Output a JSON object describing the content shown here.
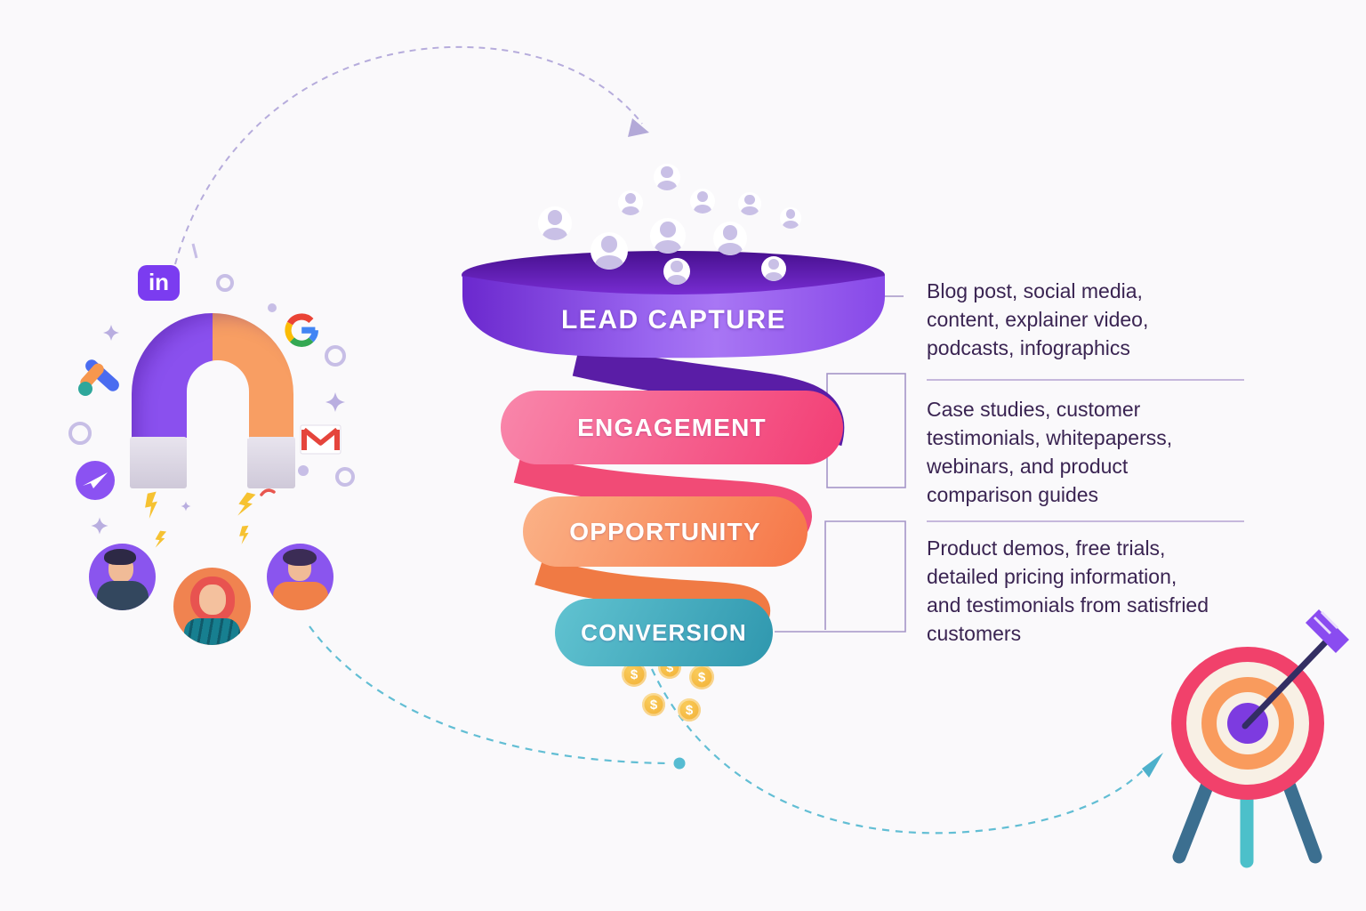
{
  "diagram_title": "Lead generation funnel infographic",
  "funnel": {
    "stages": [
      {
        "id": "lead-capture",
        "label": "LEAD CAPTURE",
        "color": "#8a4ff0"
      },
      {
        "id": "engagement",
        "label": "ENGAGEMENT",
        "color": "#f23d74"
      },
      {
        "id": "opportunity",
        "label": "OPPORTUNITY",
        "color": "#f67647"
      },
      {
        "id": "conversion",
        "label": "CONVERSION",
        "color": "#2f97ae"
      }
    ]
  },
  "annotations": [
    {
      "lines": [
        "Blog post, social media,",
        "content, explainer video,",
        "podcasts, infographics"
      ]
    },
    {
      "lines": [
        "Case studies, customer",
        "testimonials, whitepaperss,",
        "webinars, and product",
        "comparison guides"
      ]
    },
    {
      "lines": [
        "Product demos, free trials,",
        "detailed pricing information,",
        "and testimonials from satisfried",
        "customers"
      ]
    }
  ],
  "icons": {
    "linkedin": "in",
    "coin": "$"
  },
  "colors": {
    "background": "#faf9fb",
    "funnel_purple": "#8a4ff0",
    "funnel_pink": "#f23d74",
    "funnel_orange": "#f67647",
    "funnel_teal": "#2f97ae",
    "annotation_text": "#3a2452",
    "dashed_lavender": "#b6acdc",
    "dashed_teal": "#62bed4",
    "coin_gold": "#f2ae32",
    "silhouette_lavender": "#c9c0e6"
  }
}
